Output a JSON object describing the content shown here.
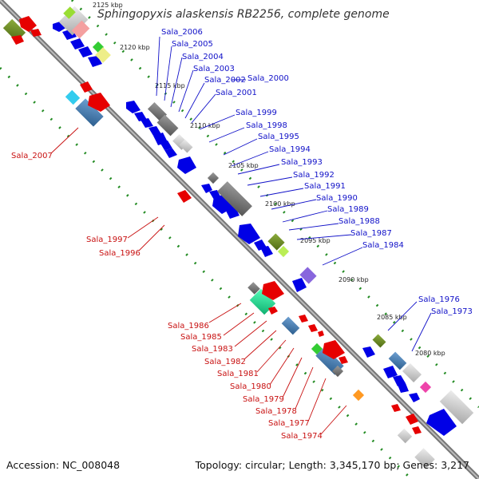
{
  "title": "Sphingopyxis alaskensis RB2256, complete genome",
  "footer": {
    "accession": "Accession: NC_008048",
    "topology": "Topology: circular; Length: 3,345,170 bp; Genes: 3,217"
  },
  "ticks": [
    "2125 kbp",
    "2120 kbp",
    "2115 kbp",
    "2110 kbp",
    "2105 kbp",
    "2100 kbp",
    "2095 kbp",
    "2090 kbp",
    "2085 kbp",
    "2080 kbp"
  ],
  "colors": {
    "forward_label": "#1010c8",
    "reverse_label": "#c81010",
    "forward_cds": "#0000e6",
    "reverse_cds": "#e60000",
    "backbone": "#888888",
    "dots": "#228b22"
  },
  "labels_forward": [
    "Sala_2006",
    "Sala_2005",
    "Sala_2004",
    "Sala_2003",
    "Sala_2002",
    "Sala_2000",
    "Sala_2001",
    "Sala_1999",
    "Sala_1998",
    "Sala_1995",
    "Sala_1994",
    "Sala_1993",
    "Sala_1992",
    "Sala_1991",
    "Sala_1990",
    "Sala_1989",
    "Sala_1988",
    "Sala_1987",
    "Sala_1984",
    "Sala_1976",
    "Sala_1973"
  ],
  "labels_reverse": [
    "Sala_2007",
    "Sala_1997",
    "Sala_1996",
    "Sala_1986",
    "Sala_1985",
    "Sala_1983",
    "Sala_1982",
    "Sala_1981",
    "Sala_1980",
    "Sala_1979",
    "Sala_1978",
    "Sala_1977",
    "Sala_1974"
  ]
}
